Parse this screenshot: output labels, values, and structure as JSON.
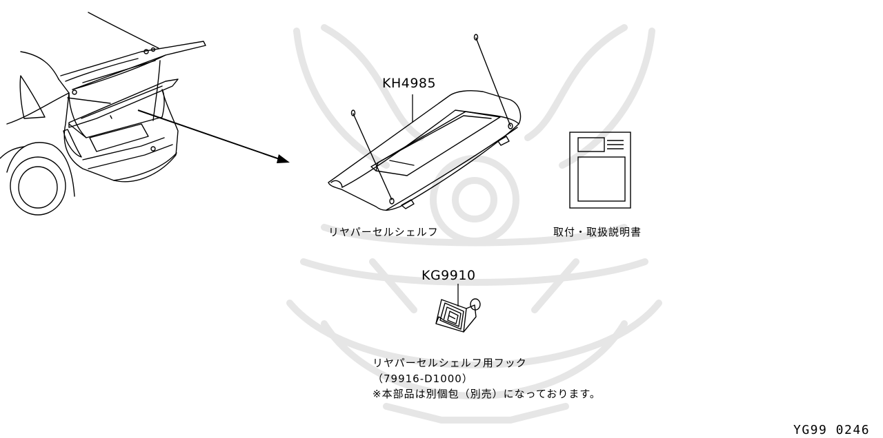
{
  "parts": {
    "shelf": {
      "part_number": "KH4985",
      "caption": "リヤパーセルシェルフ"
    },
    "manual": {
      "caption": "取付・取扱説明書"
    },
    "hook": {
      "part_number": "KG9910",
      "caption": "リヤパーセルシェルフ用フック",
      "sub_part_number": "（79916-D1000）",
      "note": "※本部品は別個包（別売）になっております。"
    }
  },
  "drawing_ref": "YG99 0246",
  "colors": {
    "line": "#000000",
    "watermark": "#e6e6e6",
    "background": "#ffffff"
  }
}
